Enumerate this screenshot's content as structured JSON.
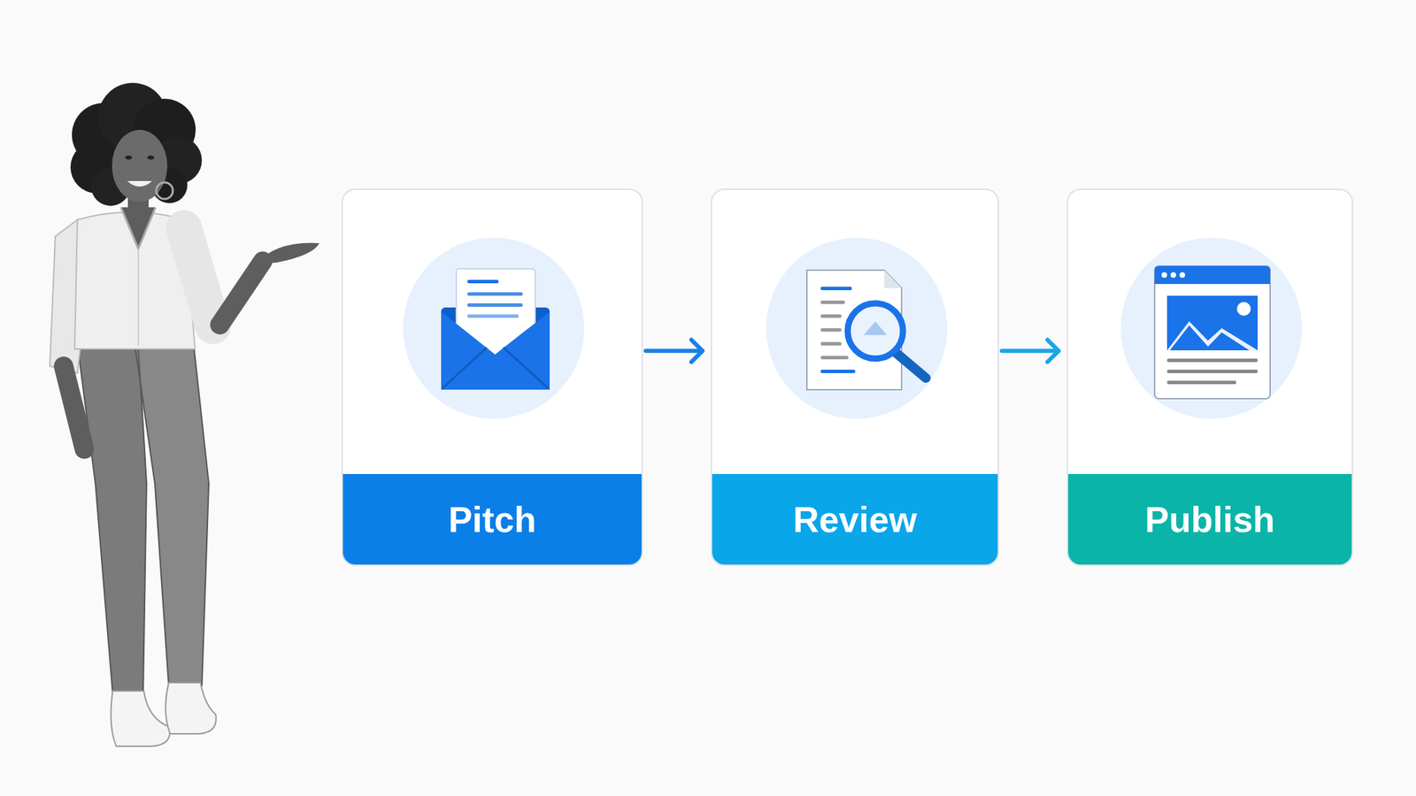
{
  "diagram": {
    "nodes": [
      {
        "text": [
          "Pitch"
        ]
      },
      {
        "text": [
          "Review"
        ]
      },
      {
        "text": [
          "Publish"
        ]
      }
    ],
    "edges": [
      {
        "from": 0,
        "to": 1,
        "arrow": "to"
      },
      {
        "from": 1,
        "to": 2,
        "arrow": "to"
      }
    ]
  }
}
